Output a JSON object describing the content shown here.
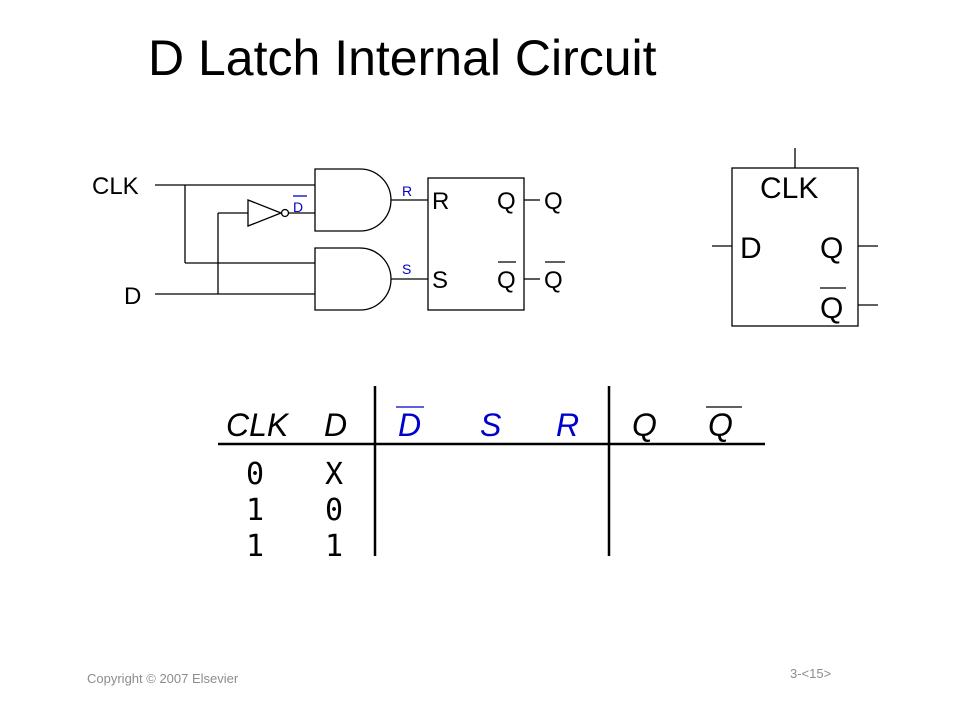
{
  "title": "D Latch Internal Circuit",
  "footer": {
    "copyright": "Copyright © 2007 Elsevier",
    "page": "3-<15>"
  },
  "colors": {
    "signal_blue": "#0000cc",
    "line": "#000000",
    "footer_gray": "#8c8c8c"
  },
  "circuit": {
    "inputs": {
      "clk": "CLK",
      "d": "D"
    },
    "inverter_output": "D",
    "gate_outputs": {
      "r": "R",
      "s": "S"
    },
    "sr_latch": {
      "r_pin": "R",
      "s_pin": "S",
      "q_pin": "Q",
      "qbar_pin": "Q"
    },
    "outputs": {
      "q": "Q",
      "qbar": "Q"
    }
  },
  "latch_symbol": {
    "clk": "CLK",
    "d": "D",
    "q": "Q",
    "qbar": "Q"
  },
  "truth_table": {
    "headers": [
      "CLK",
      "D",
      "D",
      "S",
      "R",
      "Q",
      "Q"
    ],
    "rows": [
      [
        "0",
        "X"
      ],
      [
        "1",
        "0"
      ],
      [
        "1",
        "1"
      ]
    ]
  }
}
